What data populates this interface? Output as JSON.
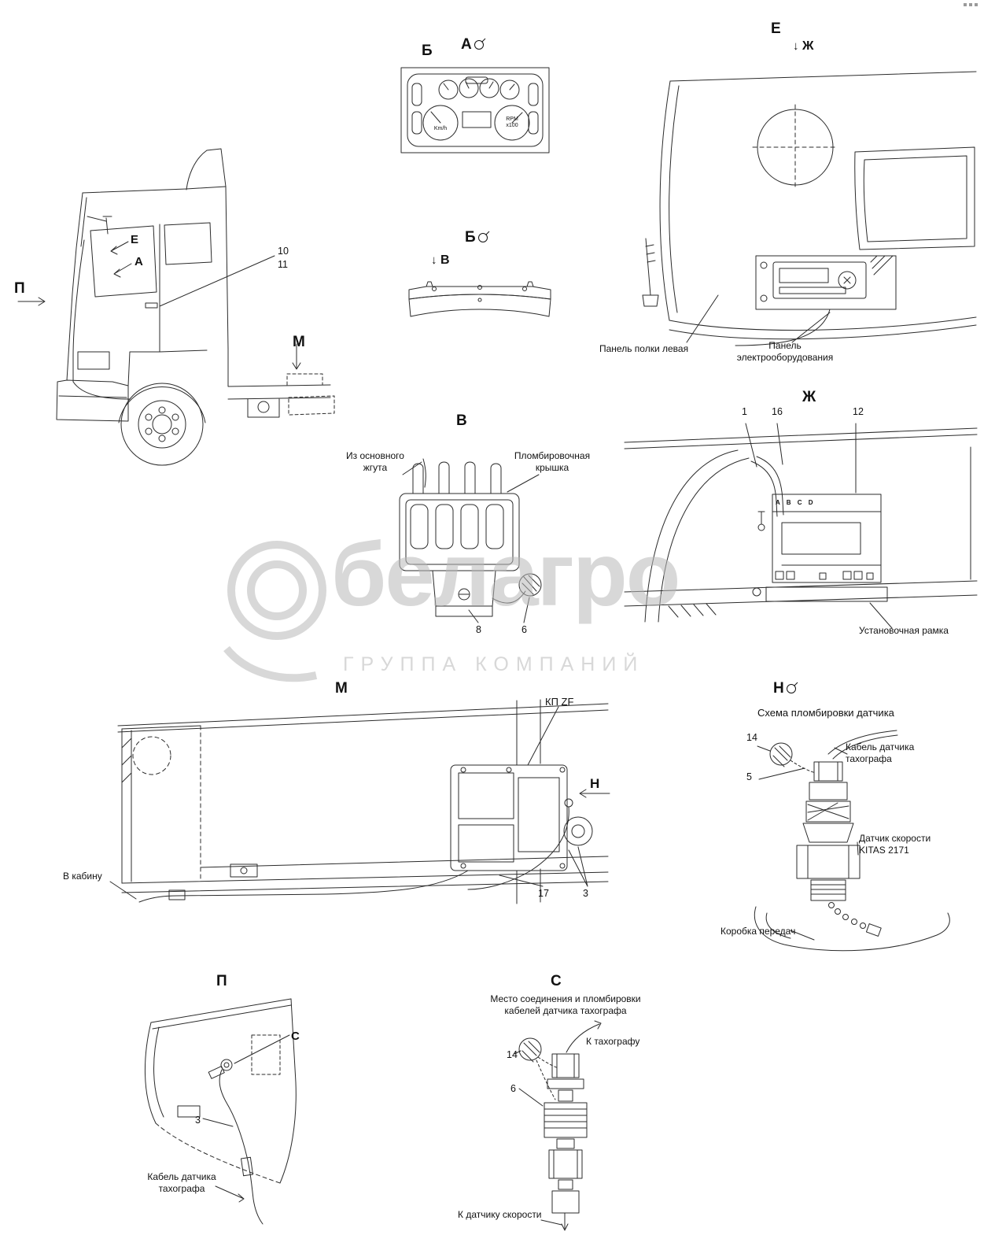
{
  "icons": {
    "down_arrow": "↓"
  },
  "watermark": {
    "brand": "белагро",
    "subtitle": "ГРУППА КОМПАНИЙ"
  },
  "dashboard": {
    "title_b": "Б",
    "title_a": "А",
    "kmh": "Km/h",
    "rpm_line1": "RPM",
    "rpm_line2": "x100"
  },
  "cab_side": {
    "dir_p": "П",
    "label_e": "Е",
    "label_a": "А",
    "num_10": "10",
    "num_11": "11",
    "dir_m": "М"
  },
  "panel_view": {
    "title": "Б",
    "dir": "В"
  },
  "cab_corner": {
    "title": "Е",
    "dir": "Ж",
    "shelf_label": "Панель полки левая",
    "electro_line1": "Панель",
    "electro_line2": "электрооборудования"
  },
  "connector_view": {
    "title": "В",
    "harness_line1": "Из основного",
    "harness_line2": "жгута",
    "cover_line1": "Пломбировочная",
    "cover_line2": "крышка",
    "num_8": "8",
    "num_6": "6"
  },
  "tacho_view": {
    "title": "Ж",
    "num_1": "1",
    "num_16": "16",
    "num_12": "12",
    "abcd": "A B C D",
    "frame_label": "Установочная рамка"
  },
  "chassis_view": {
    "title": "М",
    "gearbox_label": "КП ZF",
    "dir_n": "Н",
    "cab_label": "В кабину",
    "num_17": "17",
    "num_3": "3"
  },
  "sensor_view": {
    "title": "Н",
    "subtitle": "Схема пломбировки датчика",
    "num_14": "14",
    "num_5": "5",
    "cable_line1": "Кабель датчика",
    "cable_line2": "тахографа",
    "sensor_line1": "Датчик скорости",
    "sensor_line2": "KITAS 2171",
    "gearbox_label": "Коробка передач"
  },
  "cab_bottom_view": {
    "title": "П",
    "label_c": "С",
    "num_3": "3",
    "cable_line1": "Кабель датчика",
    "cable_line2": "тахографа"
  },
  "connection_view": {
    "title": "С",
    "subtitle_line1": "Место соединения и пломбировки",
    "subtitle_line2": "кабелей датчика тахографа",
    "to_tacho": "К тахографу",
    "num_14": "14",
    "num_6": "6",
    "to_sensor": "К датчику скорости"
  }
}
